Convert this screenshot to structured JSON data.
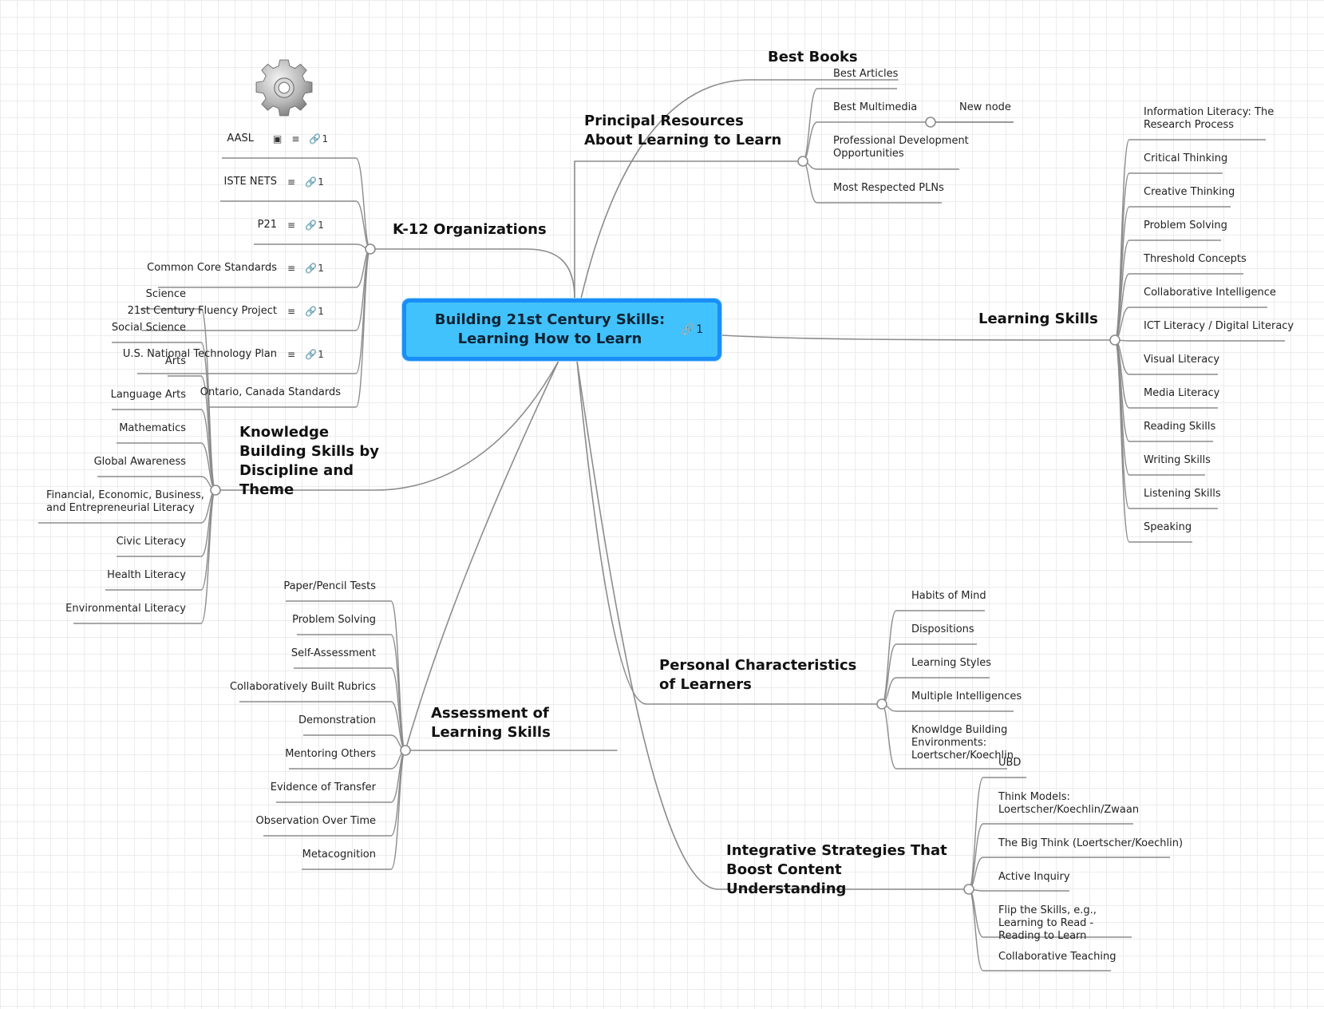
{
  "root": {
    "title": "Building 21st Century Skills: Learning How to Learn",
    "link_count": "1"
  },
  "branches": {
    "k12": {
      "label": "K-12 Organizations",
      "items": [
        {
          "label": "AASL",
          "has_image": true,
          "has_note": true,
          "link_count": "1"
        },
        {
          "label": "ISTE NETS",
          "has_note": true,
          "link_count": "1"
        },
        {
          "label": "P21",
          "has_note": true,
          "link_count": "1"
        },
        {
          "label": "Common Core Standards",
          "has_note": true,
          "link_count": "1"
        },
        {
          "label": "21st Century Fluency Project",
          "has_note": true,
          "link_count": "1"
        },
        {
          "label": "U.S. National Technology Plan",
          "has_note": true,
          "link_count": "1"
        },
        {
          "label": "Ontario, Canada Standards"
        }
      ]
    },
    "knowledge": {
      "label": "Knowledge Building Skills by Discipline and Theme",
      "items": [
        "Science",
        "Social Science",
        "Arts",
        "Language Arts",
        "Mathematics",
        "Global Awareness",
        "Financial, Economic, Business, and Entrepreneurial Literacy",
        "Civic Literacy",
        "Health Literacy",
        "Environmental Literacy"
      ]
    },
    "assessment": {
      "label": "Assessment of Learning Skills",
      "items": [
        "Paper/Pencil Tests",
        "Problem Solving",
        "Self-Assessment",
        "Collaboratively Built Rubrics",
        "Demonstration",
        "Mentoring Others",
        "Evidence of Transfer",
        "Observation Over Time",
        "Metacognition"
      ]
    },
    "best_books": {
      "label": "Best Books"
    },
    "principal": {
      "label": "Principal Resources About Learning to Learn",
      "items": [
        "Best Articles",
        "Best Multimedia",
        "Professional Development Opportunities",
        "Most Respected PLNs"
      ],
      "sub": "New node"
    },
    "learning": {
      "label": "Learning Skills",
      "items": [
        "Information Literacy: The Research Process",
        "Critical Thinking",
        "Creative Thinking",
        "Problem Solving",
        "Threshold Concepts",
        "Collaborative Intelligence",
        "ICT Literacy / Digital Literacy",
        "Visual Literacy",
        "Media Literacy",
        "Reading Skills",
        "Writing Skills",
        "Listening Skills",
        "Speaking"
      ]
    },
    "personal": {
      "label": "Personal Characteristics of Learners",
      "items": [
        "Habits of Mind",
        "Dispositions",
        "Learning Styles",
        "Multiple Intelligences",
        "Knowldge Building Environments: Loertscher/Koechlin"
      ]
    },
    "integrative": {
      "label": "Integrative Strategies That Boost Content Understanding",
      "items": [
        "UBD",
        "Think Models: Loertscher/Koechlin/Zwaan",
        "The Big Think (Loertscher/Koechlin)",
        "Active Inquiry",
        "Flip the Skills, e.g., Learning to Read - Reading to Learn",
        "Collaborative Teaching"
      ]
    }
  },
  "icons": {
    "gear": "gear-icon",
    "image": "image-icon",
    "note": "note-icon",
    "link": "link-icon"
  },
  "colors": {
    "root_fill": "#42c2fc",
    "root_border": "#1a8ef8",
    "line": "#8c8c8c"
  }
}
